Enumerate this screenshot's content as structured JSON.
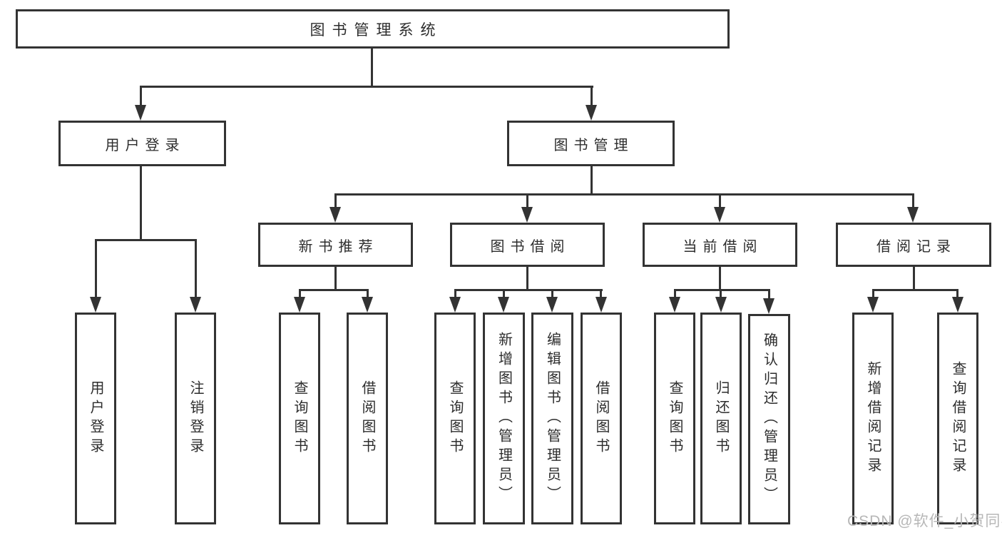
{
  "diagram": {
    "title": "图书管理系统",
    "tree": {
      "label": "图书管理系统",
      "children": [
        {
          "label": "用户登录",
          "children": [
            {
              "label": "用户登录"
            },
            {
              "label": "注销登录"
            }
          ]
        },
        {
          "label": "图书管理",
          "children": [
            {
              "label": "新书推荐",
              "children": [
                {
                  "label": "查询图书"
                },
                {
                  "label": "借阅图书"
                }
              ]
            },
            {
              "label": "图书借阅",
              "children": [
                {
                  "label": "查询图书"
                },
                {
                  "label": "新增图书（管理员）"
                },
                {
                  "label": "编辑图书（管理员）"
                },
                {
                  "label": "借阅图书"
                }
              ]
            },
            {
              "label": "当前借阅",
              "children": [
                {
                  "label": "查询图书"
                },
                {
                  "label": "归还图书"
                },
                {
                  "label": "确认归还（管理员）"
                }
              ]
            },
            {
              "label": "借阅记录",
              "children": [
                {
                  "label": "新增借阅记录"
                },
                {
                  "label": "查询借阅记录"
                }
              ]
            }
          ]
        }
      ]
    }
  },
  "watermark": {
    "text": "CSDN @软件_小贺同学"
  },
  "colors": {
    "line": "#333333",
    "node_border": "#333333",
    "text": "#2d2d2d",
    "watermark": "#b7b7b7",
    "background": "#ffffff"
  }
}
